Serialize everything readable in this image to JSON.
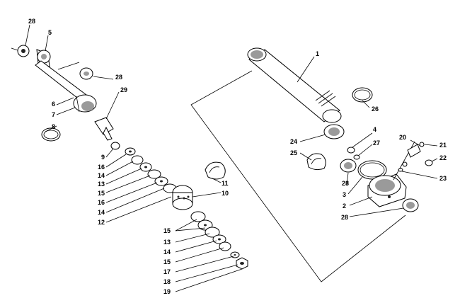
{
  "callouts": {
    "c1": "1",
    "c2": "2",
    "c3": "3",
    "c4": "4",
    "c5": "5",
    "c6": "6",
    "c7": "7",
    "c8": "8",
    "c9": "9",
    "c10": "10",
    "c11": "11",
    "c12": "12",
    "c13a": "13",
    "c13b": "13",
    "c14a": "14",
    "c14b": "14",
    "c14c": "14",
    "c15a": "15",
    "c15b": "15",
    "c15c": "15",
    "c16a": "16",
    "c16b": "16",
    "c17": "17",
    "c18": "18",
    "c19": "19",
    "c20": "20",
    "c21": "21",
    "c22": "22",
    "c23": "23",
    "c24": "24",
    "c25": "25",
    "c26": "26",
    "c27": "27",
    "c28a": "28",
    "c28b": "28",
    "c28c": "28",
    "c28d": "28",
    "c29": "29"
  }
}
